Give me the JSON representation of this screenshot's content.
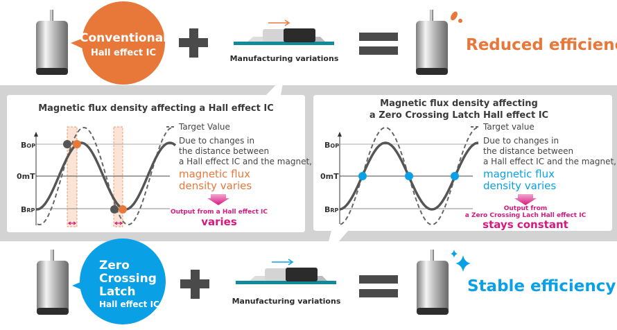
{
  "top": {
    "bubble_line1": "Conventional",
    "bubble_line2": "Hall effect IC",
    "condition": "Manufacturing variations",
    "result": "Reduced efficiency"
  },
  "bottom": {
    "bubble_line1": "Zero",
    "bubble_line2": "Crossing",
    "bubble_line3": "Latch",
    "bubble_line4": "Hall effect IC",
    "condition": "Manufacturing variations",
    "result": "Stable efficiency"
  },
  "left_panel": {
    "title": "Magnetic flux density affecting a Hall effect IC",
    "y_labels": {
      "bop_main": "B",
      "bop_sub": "OP",
      "zero": "0mT",
      "brp_main": "B",
      "brp_sub": "RP"
    },
    "legend_target": "Target Value",
    "desc": [
      "Due to changes in",
      "the distance between",
      "a Hall effect IC and the magnet,"
    ],
    "highlight": [
      "magnetic flux",
      "density varies"
    ],
    "output_line1": "Output from a Hall effect IC",
    "output_line2": "varies"
  },
  "right_panel": {
    "title_line1": "Magnetic flux density affecting",
    "title_line2": "a Zero Crossing Latch Hall effect IC",
    "y_labels": {
      "bop_main": "B",
      "bop_sub": "OP",
      "zero": "0mT",
      "brp_main": "B",
      "brp_sub": "RP"
    },
    "legend_target": "Target value",
    "desc": [
      "Due to changes in",
      "the distance between",
      "a Hall effect IC and the magnet,"
    ],
    "highlight": [
      "magnetic flux",
      "density varies"
    ],
    "output_line1": "Output from",
    "output_line2": "a Zero Crossing Lach Hall effect IC",
    "output_line3": "stays constant"
  },
  "colors": {
    "orange": "#e8783a",
    "blue": "#0aa0e6",
    "magenta": "#d6197f",
    "dark": "#4a4a4a",
    "band": "#d3d3d3"
  }
}
